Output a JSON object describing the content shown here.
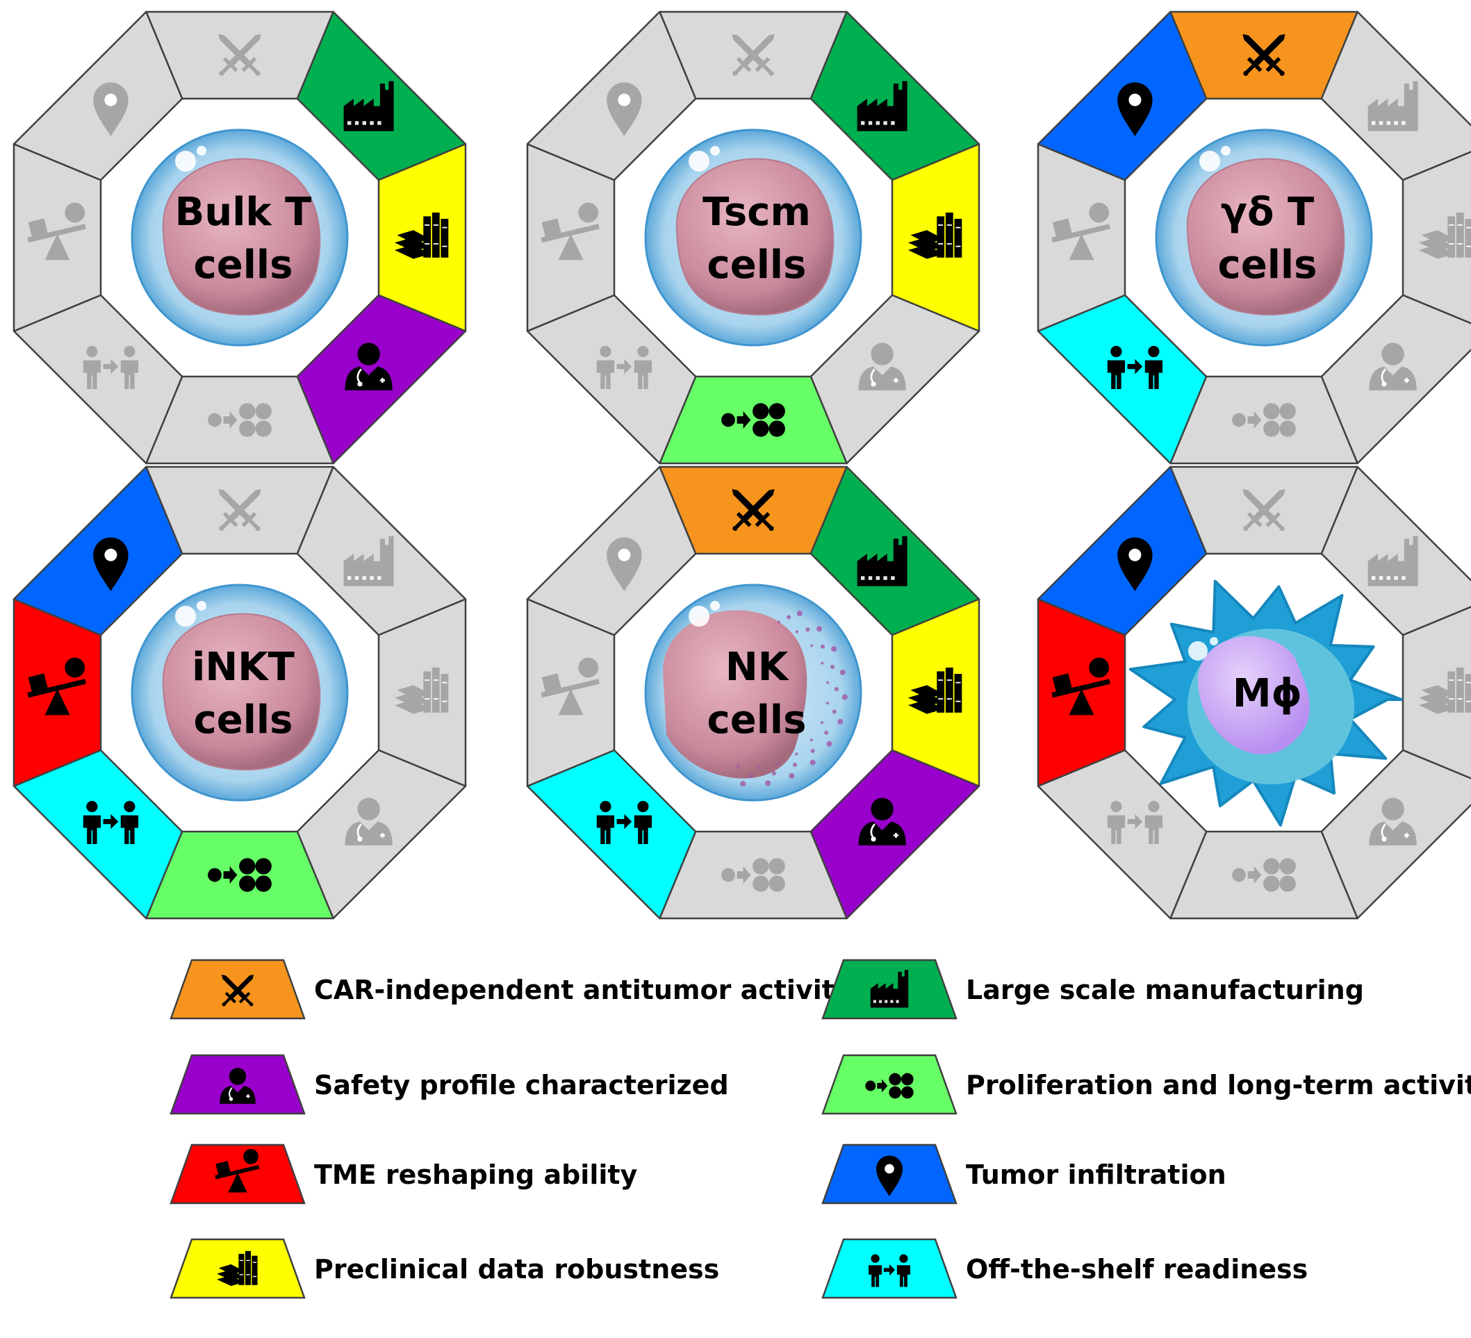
{
  "colors": {
    "inactive": "#d9d9d9",
    "inactive_icon": "#a6a6a6",
    "active_icon": "#000000",
    "outline": "#404040"
  },
  "categories": [
    {
      "id": "antitumor",
      "label": "CAR-independent antitumor activity",
      "color": "#f7941d",
      "icon": "crossed-swords-icon"
    },
    {
      "id": "manufacturing",
      "label": "Large scale manufacturing",
      "color": "#00b050",
      "icon": "factory-icon"
    },
    {
      "id": "preclinical",
      "label": "Preclinical data robustness",
      "color": "#ffff00",
      "icon": "books-icon"
    },
    {
      "id": "safety",
      "label": "Safety profile characterized",
      "color": "#9900cc",
      "icon": "doctor-icon"
    },
    {
      "id": "proliferation",
      "label": "Proliferation and long-term activity",
      "color": "#66ff66",
      "icon": "proliferation-icon"
    },
    {
      "id": "offshelf",
      "label": "Off-the-shelf readiness",
      "color": "#00ffff",
      "icon": "person-transfer-icon"
    },
    {
      "id": "tme",
      "label": "TME reshaping ability",
      "color": "#ff0000",
      "icon": "seesaw-icon"
    },
    {
      "id": "infiltration",
      "label": "Tumor infiltration",
      "color": "#0066ff",
      "icon": "location-pin-icon"
    }
  ],
  "cells": [
    {
      "id": "bulk-t",
      "lines": [
        "Bulk T",
        "cells"
      ],
      "type": "lymphocyte",
      "active": [
        "manufacturing",
        "preclinical",
        "safety"
      ]
    },
    {
      "id": "tscm",
      "lines": [
        "Tscm",
        "cells"
      ],
      "type": "lymphocyte",
      "active": [
        "manufacturing",
        "preclinical",
        "proliferation"
      ]
    },
    {
      "id": "gd-t",
      "lines": [
        "γδ T",
        "cells"
      ],
      "type": "lymphocyte",
      "active": [
        "antitumor",
        "infiltration",
        "offshelf"
      ]
    },
    {
      "id": "inkt",
      "lines": [
        "iNKT",
        "cells"
      ],
      "type": "lymphocyte",
      "active": [
        "infiltration",
        "tme",
        "offshelf",
        "proliferation"
      ]
    },
    {
      "id": "nk",
      "lines": [
        "NK",
        "cells"
      ],
      "type": "nk",
      "active": [
        "antitumor",
        "manufacturing",
        "preclinical",
        "safety",
        "offshelf"
      ]
    },
    {
      "id": "macrophage",
      "lines": [
        "Mϕ"
      ],
      "type": "macrophage",
      "active": [
        "infiltration",
        "tme"
      ]
    }
  ],
  "legend": {
    "left": [
      "antitumor",
      "safety",
      "tme",
      "preclinical"
    ],
    "right": [
      "manufacturing",
      "proliferation",
      "infiltration",
      "offshelf"
    ]
  }
}
